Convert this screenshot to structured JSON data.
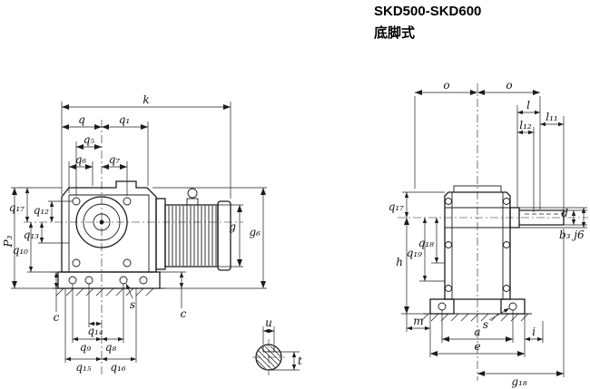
{
  "title": {
    "model": "SKD500-SKD600",
    "mount_type": "底脚式"
  },
  "drawing_labels": {
    "front": {
      "k": "k",
      "q": "q",
      "q1": "q₁",
      "q5": "q₅",
      "q6": "q₆",
      "q7": "q₇",
      "q17": "q₁₇",
      "q12": "q₁₂",
      "q13": "q₁₃",
      "q10": "q₁₀",
      "p3": "P₃",
      "g": "g",
      "g6": "g₆",
      "c_left": "c",
      "c_right": "c",
      "s": "s",
      "q14": "q₁₄",
      "q9": "q₉",
      "q8": "q₈",
      "q15": "q₁₅",
      "q16": "q₁₆"
    },
    "side": {
      "o_left": "o",
      "o_right": "o",
      "l": "l",
      "l12": "l₁₂",
      "l11": "l₁₁",
      "q17": "q₁₇",
      "h": "h",
      "q19": "q₁₉",
      "q18": "q₁₈",
      "d": "d",
      "b3": "b₃ j6",
      "m": "m",
      "s": "s",
      "a": "a",
      "i": "i",
      "e": "e",
      "g18": "g₁₈"
    },
    "shaft_detail": {
      "u": "u",
      "t": "t"
    }
  }
}
